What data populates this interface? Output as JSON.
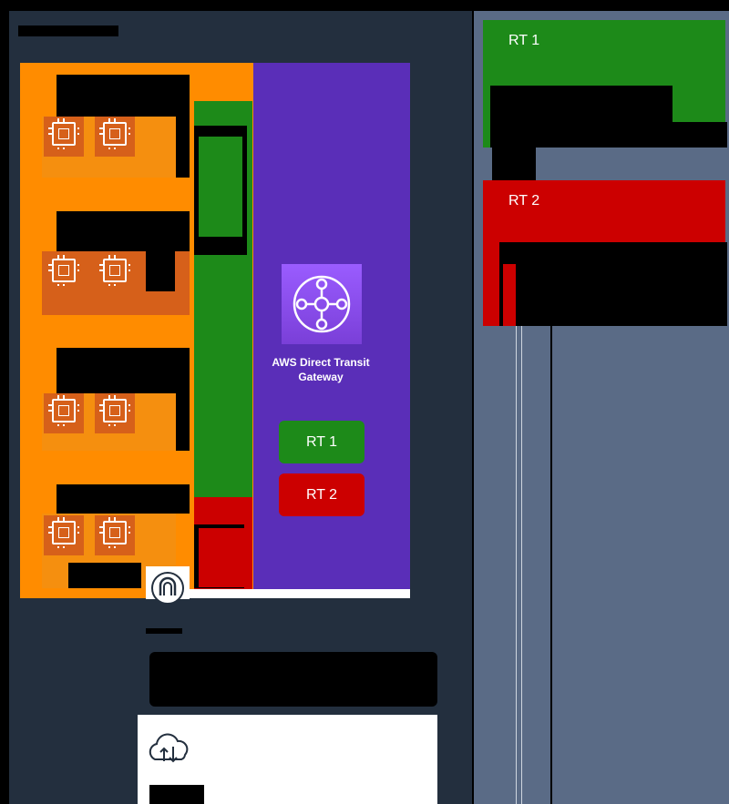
{
  "transit_gateway": {
    "label": "AWS Direct Transit Gateway",
    "route_tables": [
      {
        "label": "RT 1",
        "color": "#1d8a19"
      },
      {
        "label": "RT 2",
        "color": "#cc0000"
      }
    ]
  },
  "route_table_panels": [
    {
      "label": "RT 1",
      "color": "#1d8a19"
    },
    {
      "label": "RT 2",
      "color": "#cc0000"
    }
  ],
  "colors": {
    "dark_panel": "#232f3e",
    "slate_panel": "#5a6b86",
    "vpc_orange": "#ff8c00",
    "tgw_purple": "#5a2eb8"
  }
}
